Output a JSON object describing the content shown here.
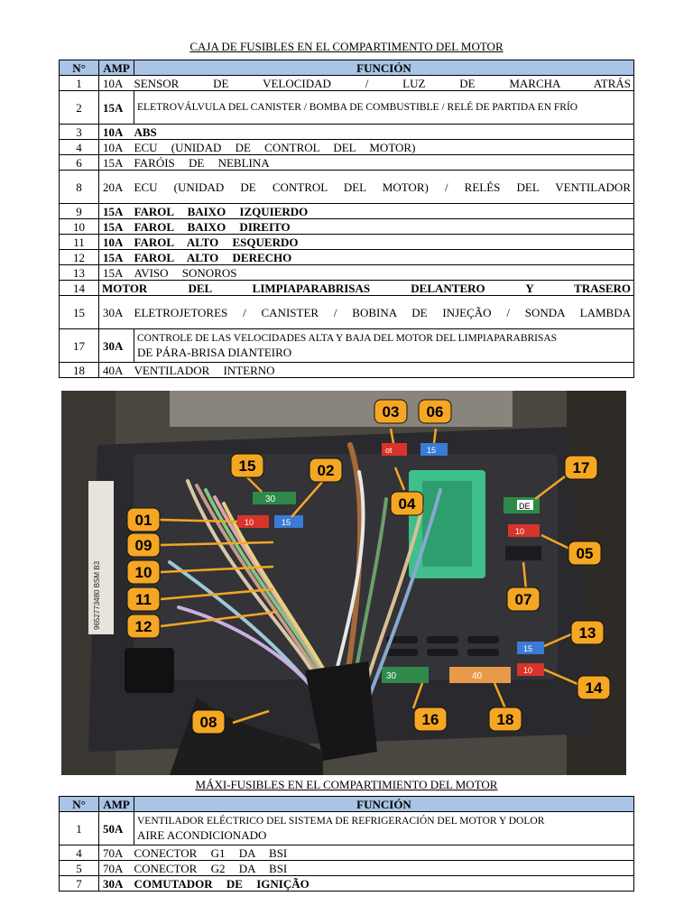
{
  "title": "CAJA DE FUSIBLES EN EL COMPARTIMENTO DEL MOTOR",
  "table1": {
    "headers": [
      "N°",
      "AMP",
      "FUNCIÓN"
    ],
    "rows": [
      {
        "num": "1",
        "amp": "10A",
        "func": "SENSOR DE VELOCIDAD / LUZ DE MARCHA ATRÁS"
      },
      {
        "num": "2",
        "amp": "15A",
        "func": "ELETROVÁLVULA DEL CANISTER / BOMBA DE COMBUSTIBLE / RELÉ DE PARTIDA EN FRÍO"
      },
      {
        "num": "3",
        "amp": "10A",
        "func": "ABS"
      },
      {
        "num": "4",
        "amp": "10A",
        "func": "ECU (UNIDAD DE CONTROL DEL MOTOR)"
      },
      {
        "num": "6",
        "amp": "15A",
        "func": "FARÓIS DE NEBLINA"
      },
      {
        "num": "8",
        "amp": "20A",
        "func": "ECU (UNIDAD DE CONTROL DEL MOTOR) / RELÉS DEL VENTILADOR"
      },
      {
        "num": "9",
        "amp": "15A",
        "func": "FAROL BAIXO IZQUIERDO"
      },
      {
        "num": "10",
        "amp": "15A",
        "func": "FAROL BAIXO DIREITO"
      },
      {
        "num": "11",
        "amp": "10A",
        "func": "FAROL ALTO ESQUERDO"
      },
      {
        "num": "12",
        "amp": "15A",
        "func": "FAROL ALTO DERECHO"
      },
      {
        "num": "13",
        "amp": "15A",
        "func": "AVISO SONOROS"
      },
      {
        "num": "14",
        "amp": "",
        "func": "MOTOR DEL LIMPIAPARABRISAS DELANTERO Y TRASERO"
      },
      {
        "num": "15",
        "amp": "30A",
        "func": "ELETROJETORES / CANISTER / BOBINA DE INJEÇÃO / SONDA LAMBDA"
      },
      {
        "num": "17",
        "amp": "30A",
        "func_line1": "CONTROLE DE LAS VELOCIDADES ALTA Y BAJA DEL MOTOR DEL LIMPIAPARABRISAS",
        "func_line2": "DE PÁRA-BRISA DIANTEIRO"
      },
      {
        "num": "18",
        "amp": "40A",
        "func": "VENTILADOR INTERNO"
      }
    ]
  },
  "photo": {
    "callouts": [
      "01",
      "02",
      "03",
      "04",
      "05",
      "06",
      "07",
      "08",
      "09",
      "10",
      "11",
      "12",
      "13",
      "14",
      "15",
      "16",
      "17",
      "18"
    ],
    "fuse_labels": [
      "30",
      "10",
      "15",
      "15",
      "10",
      "40",
      "15",
      "10",
      "30",
      "DE",
      "ot"
    ],
    "part_number": "9652773480 BSM B3",
    "colors": {
      "box": "#2a2a2e",
      "callout_fill": "#f5a623",
      "arrow": "#f5a623",
      "relay_green": "#3fbf8a",
      "fuse_red": "#d9342b",
      "fuse_blue": "#3a7bd5",
      "fuse_orange": "#e89a4b",
      "fuse_green": "#2f8a4a"
    }
  },
  "title2": "MÁXI-FUSIBLES EN EL COMPARTIMIENTO DEL MOTOR",
  "table2": {
    "headers": [
      "N°",
      "AMP",
      "FUNCIÓN"
    ],
    "rows": [
      {
        "num": "1",
        "amp": "50A",
        "func_line1": "VENTILADOR ELÉCTRICO DEL SISTEMA DE REFRIGERACIÓN DEL MOTOR Y DOLOR",
        "func_line2": "AIRE ACONDICIONADO"
      },
      {
        "num": "4",
        "amp": "70A",
        "func": "CONECTOR G1 DA BSI"
      },
      {
        "num": "5",
        "amp": "70A",
        "func": "CONECTOR G2 DA BSI"
      },
      {
        "num": "7",
        "amp": "30A",
        "func": "COMUTADOR DE IGNIÇÃO"
      }
    ]
  }
}
